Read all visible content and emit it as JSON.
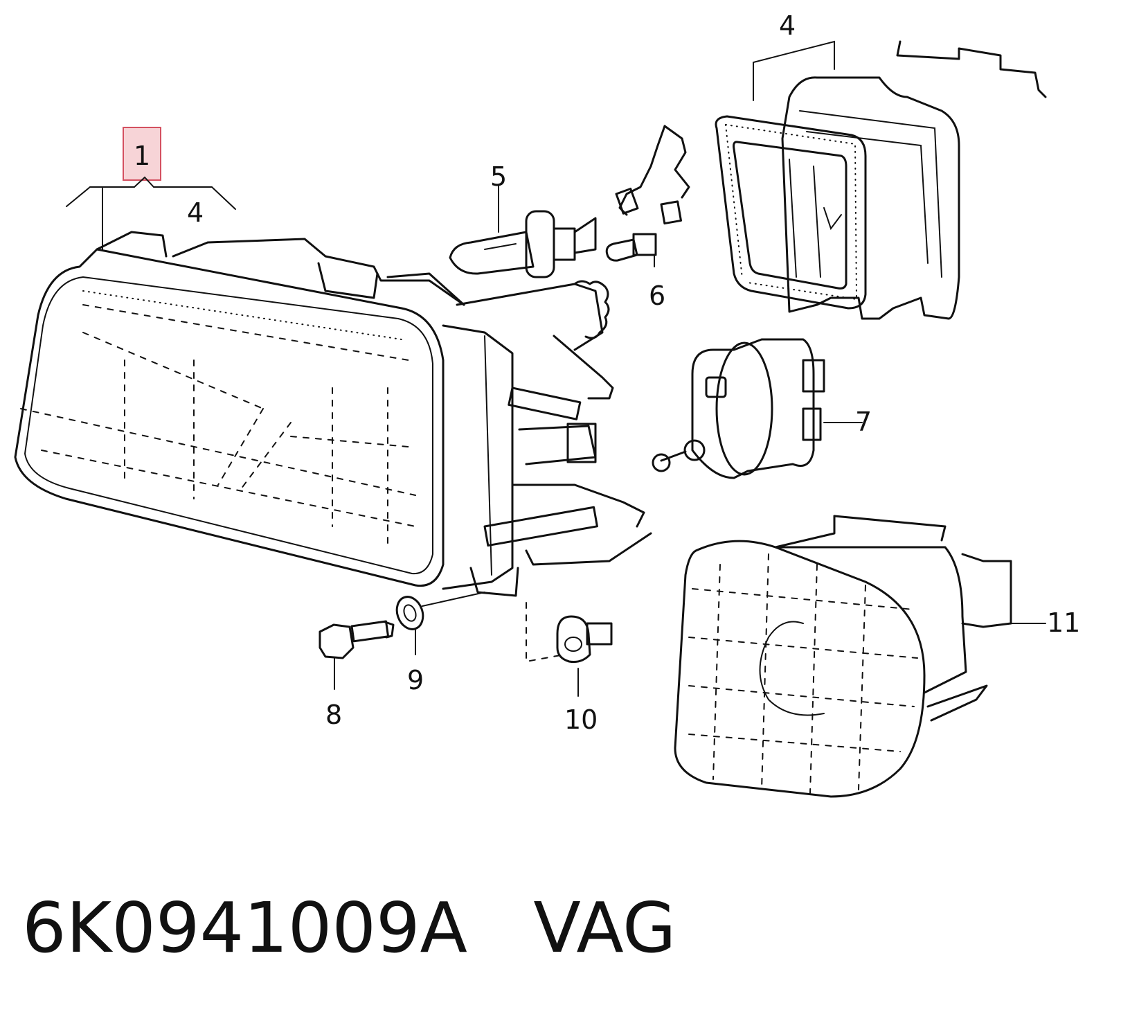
{
  "callouts": {
    "c1": "1",
    "c4_left": "4",
    "c4_top": "4",
    "c5": "5",
    "c6": "6",
    "c7": "7",
    "c8": "8",
    "c9": "9",
    "c10": "10",
    "c11": "11"
  },
  "highlighted_callout": "1",
  "highlight_color": "#d45060",
  "caption": {
    "part_number": "6K0941009A",
    "brand": "VAG"
  }
}
